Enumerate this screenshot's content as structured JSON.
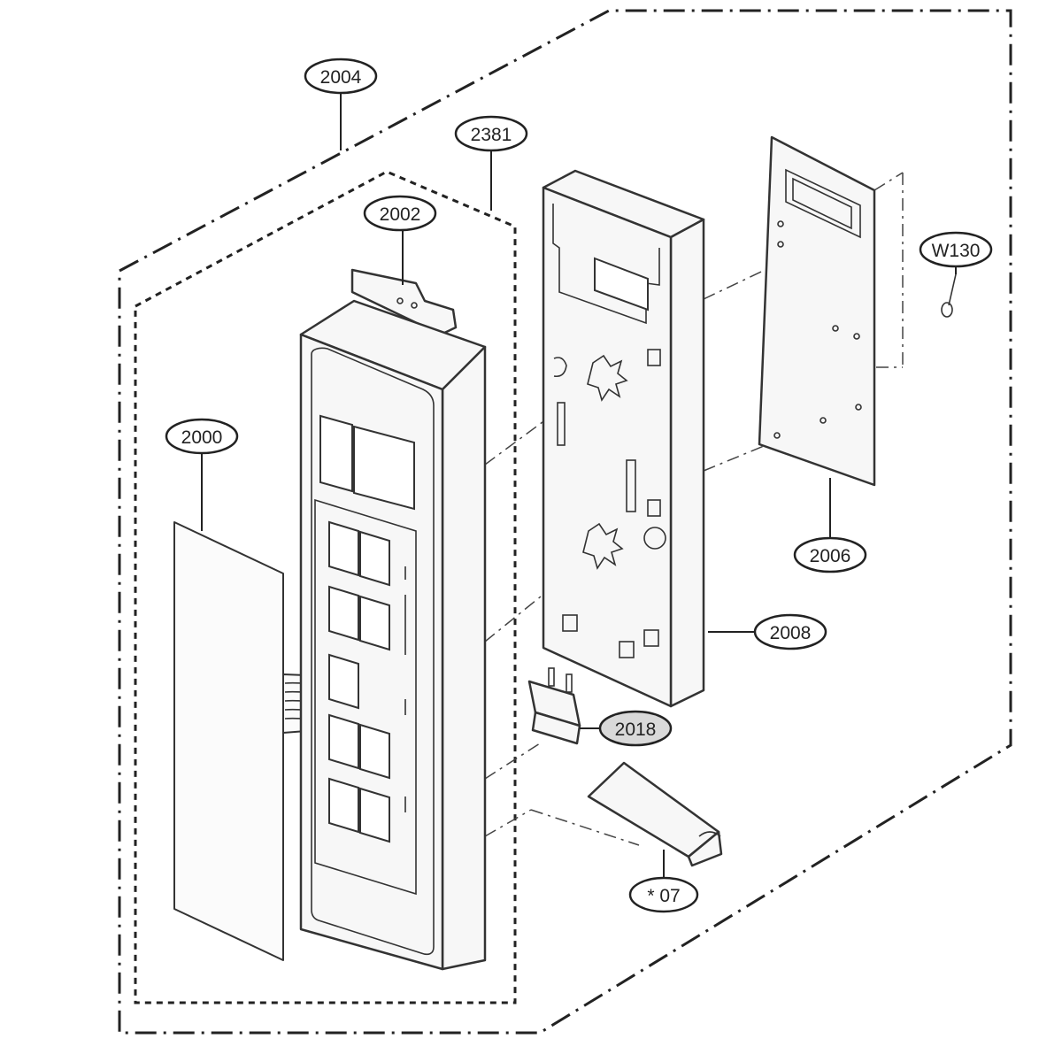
{
  "callouts": {
    "c2004": "2004",
    "c2381": "2381",
    "c2002": "2002",
    "c2000": "2000",
    "w130": "W130",
    "c2006": "2006",
    "c2008": "2008",
    "c2018": "2018",
    "c07": "* 07"
  },
  "colors": {
    "line": "#222222",
    "shaded_bubble": "#d9d9d9",
    "part_fill": "#f7f7f7"
  }
}
